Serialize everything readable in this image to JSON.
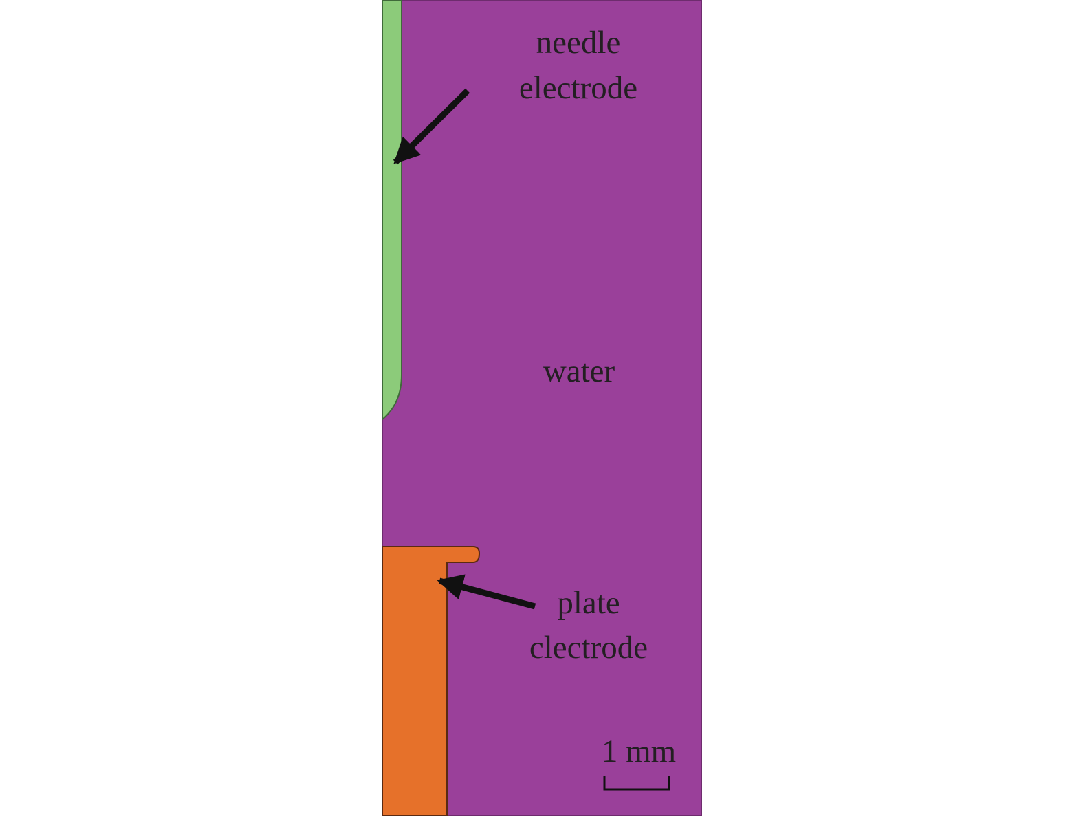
{
  "labels": {
    "needle_line1": "needle",
    "needle_line2": "electrode",
    "water": "water",
    "plate_line1": "plate",
    "plate_line2": "clectrode",
    "scale": "1 mm"
  },
  "colors": {
    "background": "#ffffff",
    "water": "#9a409a",
    "needle_electrode": "#8ccb7a",
    "plate_electrode": "#e6712a",
    "arrow": "#111111",
    "text": "#231f22",
    "outline": "#4a2a4a"
  }
}
